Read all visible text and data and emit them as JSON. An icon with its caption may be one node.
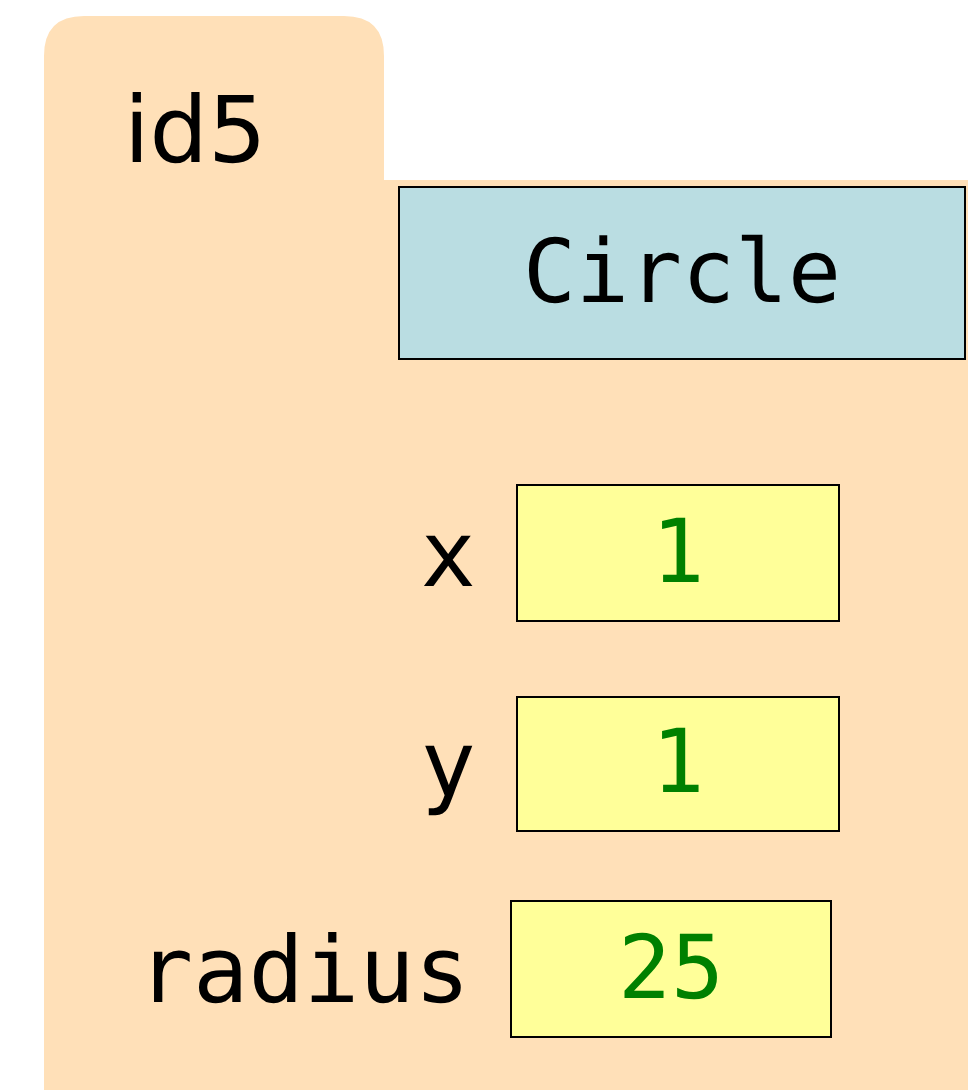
{
  "diagram": {
    "nodes": [
      {
        "text": [
          "id5"
        ]
      },
      {
        "text": [
          "Circle"
        ],
        "in": 0
      },
      {
        "text": [
          "1"
        ],
        "in": 0,
        "beside": [
          "x"
        ]
      },
      {
        "text": [
          "1"
        ],
        "in": 0,
        "beside": [
          "y"
        ]
      },
      {
        "text": [
          "25"
        ],
        "in": 0,
        "beside": [
          "radius"
        ]
      }
    ]
  }
}
